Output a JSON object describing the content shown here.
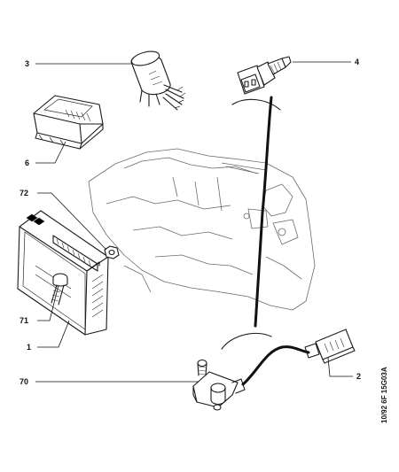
{
  "callouts": {
    "c1": "1",
    "c2": "2",
    "c3": "3",
    "c4": "4",
    "c6": "6",
    "c70": "70",
    "c71": "71",
    "c72": "72"
  },
  "reference_code": "10/92 6F 15G03A",
  "colors": {
    "ink": "#1a1a1a",
    "background": "#ffffff",
    "engine_outline": "#6a6a6a"
  }
}
